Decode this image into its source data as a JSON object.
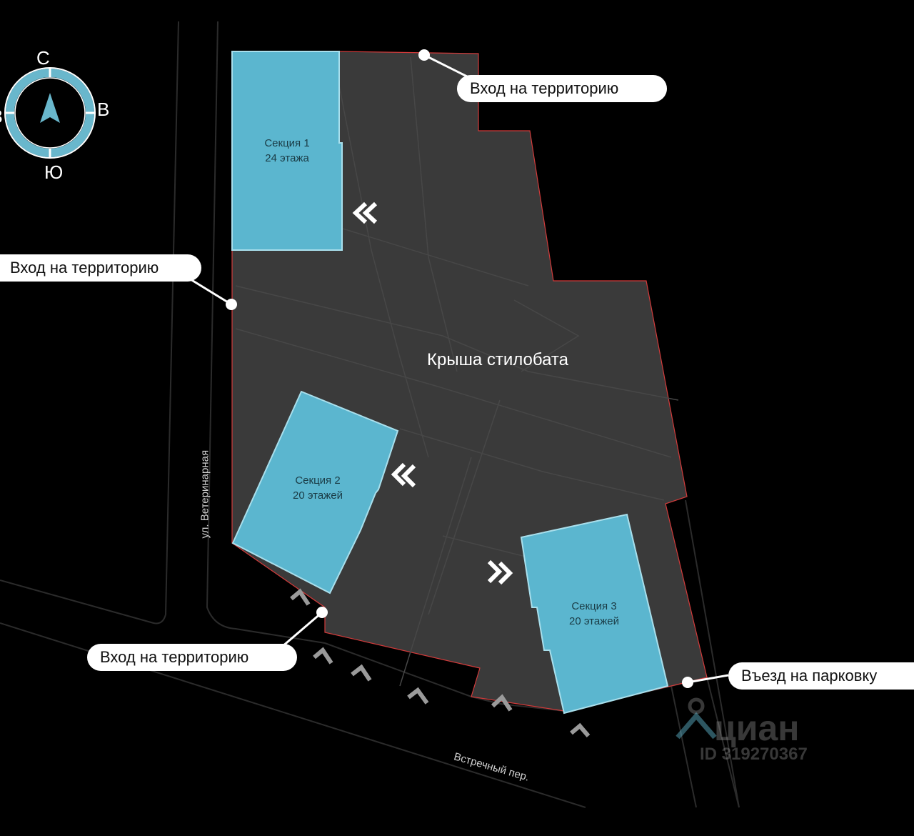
{
  "compass": {
    "north": "С",
    "east": "В",
    "south": "Ю",
    "west": "З",
    "ring_color": "#69b7cc"
  },
  "callouts": {
    "top_right": "Вход на территорию",
    "left": "Вход на территорию",
    "bottom_left": "Вход на территорию",
    "parking": "Въезд на парковку"
  },
  "roof_label": "Крыша стилобата",
  "sections": [
    {
      "name": "Секция 1",
      "floors": "24 этажа"
    },
    {
      "name": "Секция 2",
      "floors": "20 этажей"
    },
    {
      "name": "Секция 3",
      "floors": "20 этажей"
    }
  ],
  "streets": {
    "west": "ул. Ветеринарная",
    "south": "Встречный пер."
  },
  "watermark": {
    "brand": "циан",
    "id": "ID 319270367"
  },
  "colors": {
    "background": "#000000",
    "roof": "#3a3a3a",
    "building": "#5bb6cf",
    "callout_bg": "#ffffff",
    "outline": "#e03a3a"
  }
}
